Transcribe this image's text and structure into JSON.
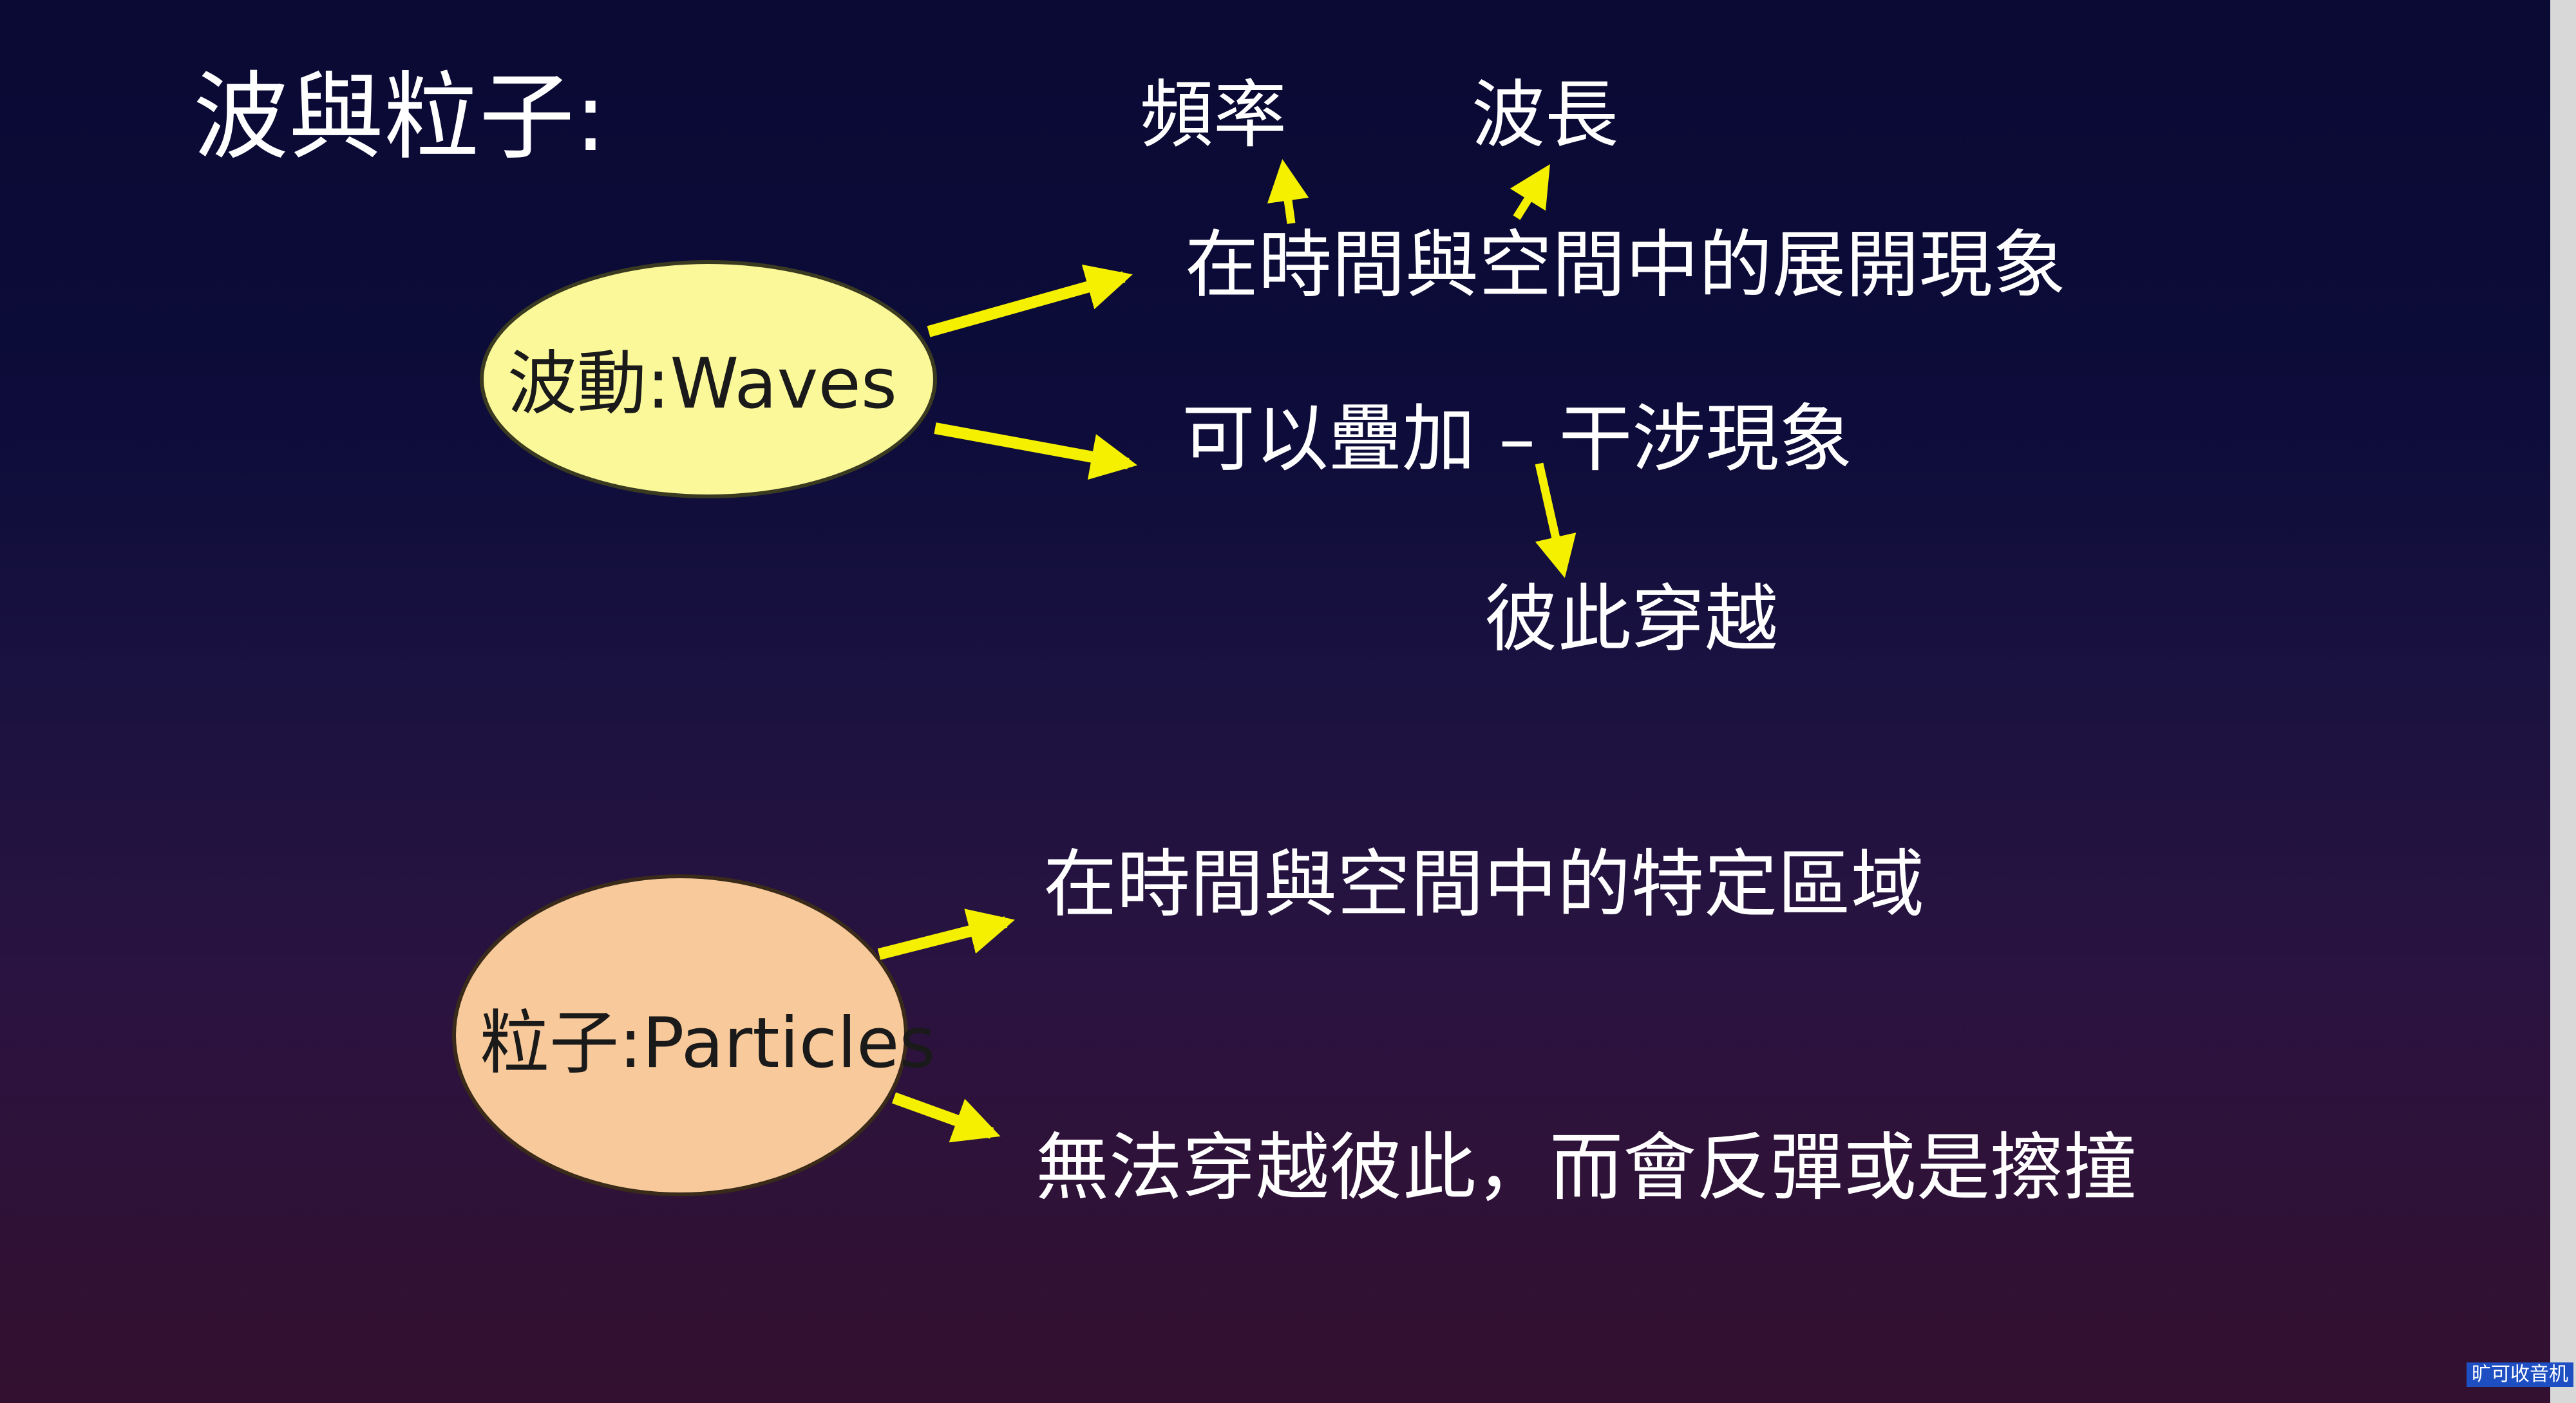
{
  "slide": {
    "title": "波與粒子:",
    "waves": {
      "label": "波動:Waves",
      "frequency": "頻率",
      "wavelength": "波長",
      "spread": "在時間與空間中的展開現象",
      "superpose": "可以疊加 – 干涉現象",
      "pass_through": "彼此穿越"
    },
    "particles": {
      "label": "粒子:Particles",
      "localized": "在時間與空間中的特定區域",
      "collide": "無法穿越彼此，而會反彈或是擦撞"
    },
    "colors": {
      "arrow": "#f4f000",
      "waves_fill": "#fbf89a",
      "particles_fill": "#f8c99a",
      "text": "#ffffff"
    }
  },
  "watermark": "旷可收音机"
}
